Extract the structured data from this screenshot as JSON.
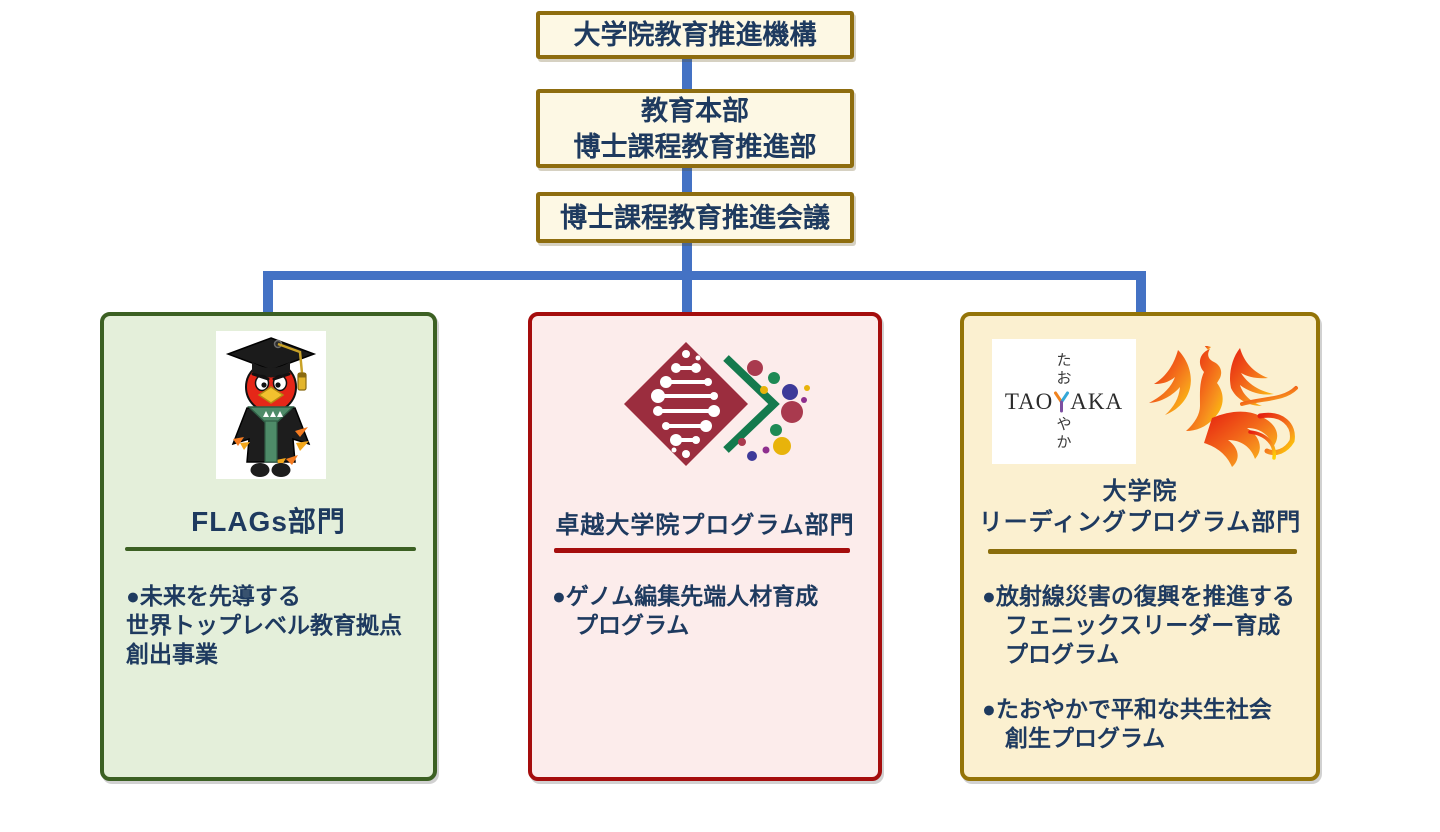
{
  "colors": {
    "connector_blue": "#4472C4",
    "text_navy": "#1E3A5F",
    "top_box_bg": "#FDF8E4",
    "top_box_border": "#8E6D0F",
    "flags_bg": "#E4EFDA",
    "flags_border": "#3C6023",
    "wise_bg": "#FCECEB",
    "wise_border": "#A50D0D",
    "leading_bg": "#FBF0D0",
    "leading_border": "#947408"
  },
  "chart": {
    "top_boxes": [
      {
        "lines": [
          "大学院教育推進機構"
        ]
      },
      {
        "lines": [
          "教育本部",
          "博士課程教育推進部"
        ]
      },
      {
        "lines": [
          "博士課程教育推進会議"
        ]
      }
    ],
    "departments": [
      {
        "title_lines": [
          "FLAGs部門"
        ],
        "logo": "graduate-bird-mascot",
        "bullets": [
          {
            "lines": [
              "●未来を先導する",
              "世界トップレベル教育拠点",
              "創出事業"
            ]
          }
        ]
      },
      {
        "title_lines": [
          "卓越大学院プログラム部門"
        ],
        "logo": "genome-editing-program-logo",
        "bullets": [
          {
            "lines": [
              "●ゲノム編集先端人材育成",
              "　プログラム"
            ]
          }
        ]
      },
      {
        "title_lines": [
          "大学院",
          "リーディングプログラム部門"
        ],
        "logos": [
          "taoyaka-logo",
          "phoenix-logo"
        ],
        "bullets": [
          {
            "lines": [
              "●放射線災害の復興を推進する",
              "　フェニックスリーダー育成",
              "　プログラム"
            ]
          },
          {
            "lines": [
              "●たおやかで平和な共生社会",
              "　創生プログラム"
            ]
          }
        ]
      }
    ],
    "taoyaka_logo": {
      "left": "TAO",
      "right": "AKA",
      "vertical_top": [
        "た",
        "お"
      ],
      "vertical_bottom": [
        "や",
        "か"
      ]
    }
  }
}
